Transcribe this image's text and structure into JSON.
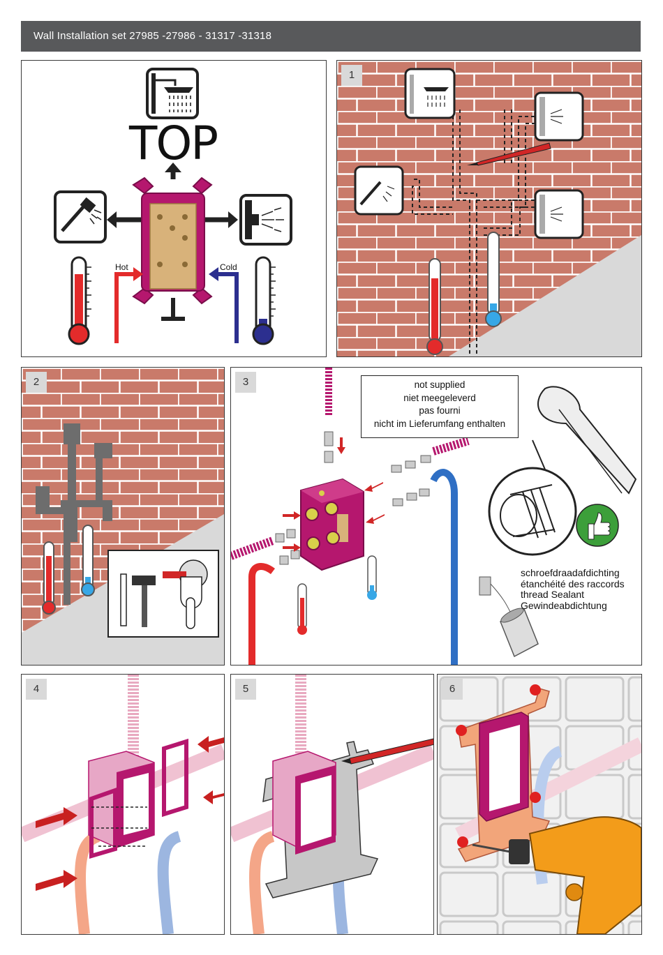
{
  "header": {
    "title": "Wall Installation set 27985 -27986 - 31317 -31318"
  },
  "panel_top": {
    "label_top": "TOP",
    "label_hot": "Hot",
    "label_cold": "Cold"
  },
  "steps": [
    {
      "number": "1"
    },
    {
      "number": "2"
    },
    {
      "number": "3"
    },
    {
      "number": "4"
    },
    {
      "number": "5"
    },
    {
      "number": "6"
    }
  ],
  "not_supplied": {
    "lines": [
      "not supplied",
      "niet meegeleverd",
      "pas fourni",
      "nicht im Lieferumfang enthalten"
    ]
  },
  "thread_sealant": {
    "lines": [
      "schroefdraadafdichting",
      "étanchéité des raccords",
      "thread Sealant",
      "Gewindeabdichtung"
    ]
  },
  "colors": {
    "header_bg": "#58595b",
    "brick": "#c97a6a",
    "mortar": "#ffffff",
    "hot": "#e32b2b",
    "cold": "#2f6fc4",
    "box_magenta": "#b5176e",
    "drill_orange": "#f39c1a"
  },
  "icons": [
    "overhead-shower-icon",
    "hand-shower-icon",
    "body-jet-icon",
    "thermometer-hot-icon",
    "thermometer-cold-icon",
    "pencil-icon",
    "hammer-icon",
    "chisel-icon",
    "angle-grinder-icon",
    "wrench-icon",
    "thumbs-up-icon",
    "sealant-can-icon",
    "drill-icon"
  ]
}
